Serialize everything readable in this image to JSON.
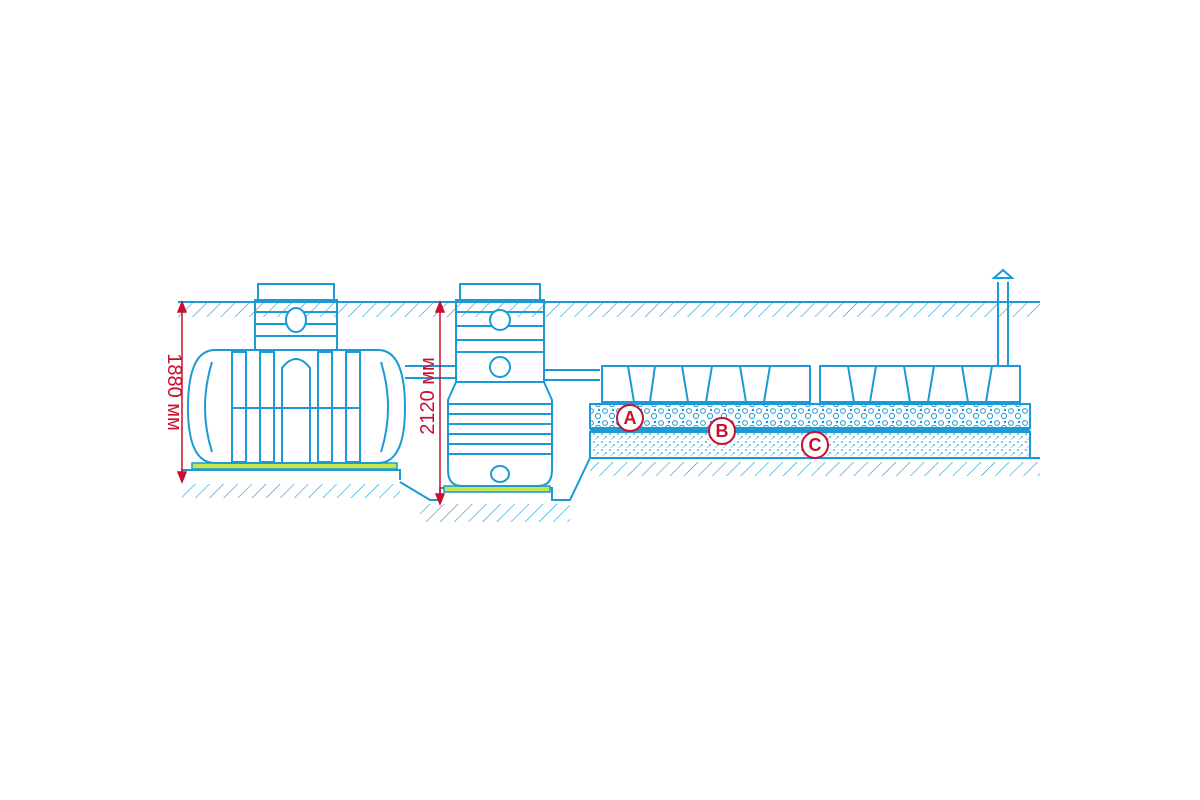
{
  "dimensions": {
    "left_tank_height": "1880 мм",
    "right_tank_height": "2120 мм"
  },
  "markers": [
    {
      "label": "A"
    },
    {
      "label": "B"
    },
    {
      "label": "C"
    }
  ],
  "colors": {
    "line": "#1a9ad6",
    "dimension": "#c8102e",
    "base_pad": "#c8e64b",
    "gravel": "#9fd3ee"
  }
}
